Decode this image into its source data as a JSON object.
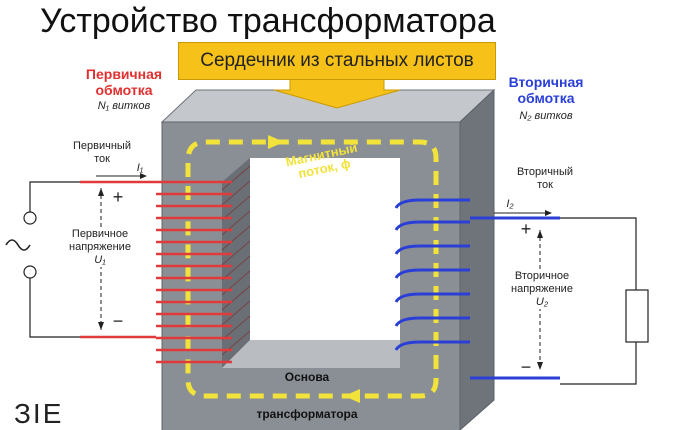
{
  "title": "Устройство трансформатора",
  "core_label": "Сердечник из стальных листов",
  "primary": {
    "winding_line1": "Первичная",
    "winding_line2": "обмотка",
    "turns": "N₁ витков",
    "current_line1": "Первичный",
    "current_line2": "ток",
    "current_symbol": "I₁",
    "voltage_line1": "Первичное",
    "voltage_line2": "напряжение",
    "voltage_symbol": "U₁",
    "plus": "+",
    "minus": "−"
  },
  "secondary": {
    "winding_line1": "Вторичная",
    "winding_line2": "обмотка",
    "turns": "N₂ витков",
    "current_line1": "Вторичный",
    "current_line2": "ток",
    "current_symbol": "I₂",
    "voltage_line1": "Вторичное",
    "voltage_line2": "напряжение",
    "voltage_symbol": "U₂",
    "plus": "+",
    "minus": "−"
  },
  "flux_line1": "Магнитный",
  "flux_line2": "поток, ϕ",
  "base_line1": "Основа",
  "base_line2": "трансформатора",
  "logo_text": "ЗIЕ",
  "colors": {
    "primary_coil": "#e03a3a",
    "secondary_coil": "#2b3fd6",
    "core_front": "#8a8f96",
    "core_top": "#c4c8cd",
    "flux": "#f2e33a",
    "banner": "#f6c21a"
  }
}
